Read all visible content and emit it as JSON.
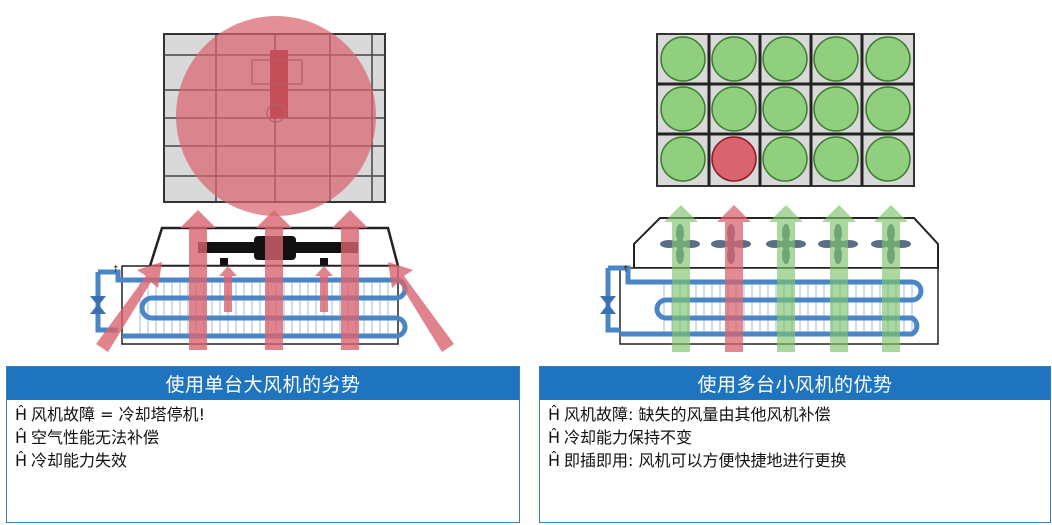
{
  "bullet_glyph": "Ĥ",
  "left_panel": {
    "title": "使用单台大风机的劣势",
    "items": [
      "风机故障 = 冷却塔停机!",
      "空气性能无法补偿",
      "冷却能力失效"
    ]
  },
  "right_panel": {
    "title": "使用多台小风机的优势",
    "items": [
      "风机故障: 缺失的风量由其他风机补偿",
      "冷却能力保持不变",
      "即插即用: 风机可以方便快捷地进行更换"
    ]
  },
  "colors": {
    "header_blue": "#1f74bf",
    "failure_red": "#d9646f",
    "working_green": "#7dc36b",
    "pipe_blue": "#4a86c5"
  },
  "fan_grid": {
    "rows": 3,
    "cols": 5,
    "failed_cell": [
      2,
      1
    ]
  }
}
